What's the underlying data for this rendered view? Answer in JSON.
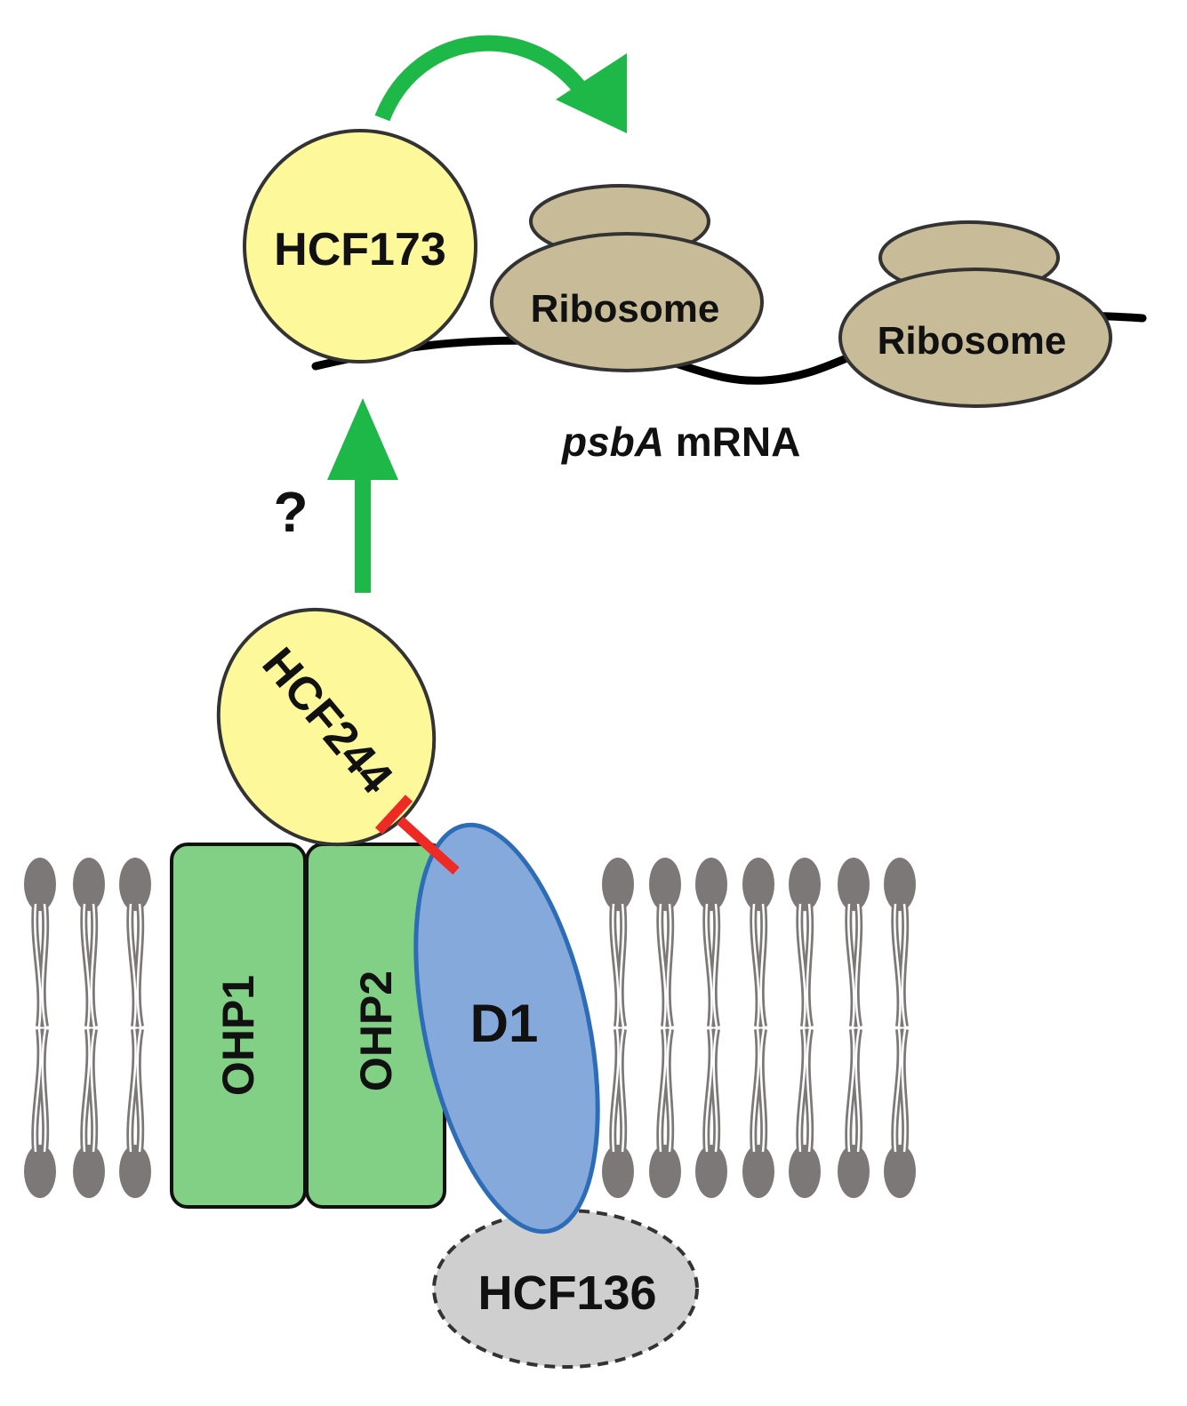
{
  "labels": {
    "hcf173": "HCF173",
    "ribosome_1": "Ribosome",
    "ribosome_2": "Ribosome",
    "mrna_gene": "psbA",
    "mrna_suffix": " mRNA",
    "question": "?",
    "hcf244": "HCF244",
    "ohp1": "OHP1",
    "ohp2": "OHP2",
    "d1": "D1",
    "hcf136": "HCF136"
  },
  "colors": {
    "activation_arrow": "#1db848",
    "inhibition": "#ee2a24",
    "hcf_fill": "#fdf99b",
    "ribosome_fill": "#c8bb98",
    "ohp_fill": "#82cf86",
    "d1_fill": "#85a9db",
    "d1_stroke": "#2d6cb6",
    "hcf136_fill": "#cfcfcf",
    "lipid": "#7d7878",
    "outline": "#333333"
  }
}
